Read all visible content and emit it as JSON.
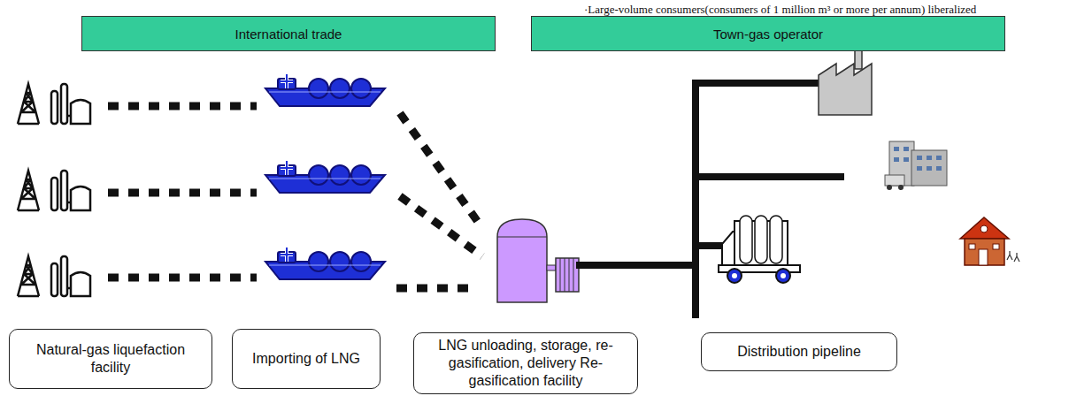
{
  "diagram": {
    "nodes": [
      {
        "text": [
          "International trade"
        ]
      },
      {
        "text": [
          "Town-gas operator"
        ]
      },
      {
        "text": [
          "Natural-gas liquefaction facility"
        ]
      },
      {
        "text": [
          "Importing of LNG"
        ]
      },
      {
        "text": [
          "LNG unloading, storage, re-gasification, delivery Re-gasification facility"
        ]
      },
      {
        "text": [
          "Distribution pipeline"
        ]
      }
    ],
    "labels": [
      "·Large-volume consumers(consumers of 1 million m³ or more per annum) liberalized"
    ]
  }
}
